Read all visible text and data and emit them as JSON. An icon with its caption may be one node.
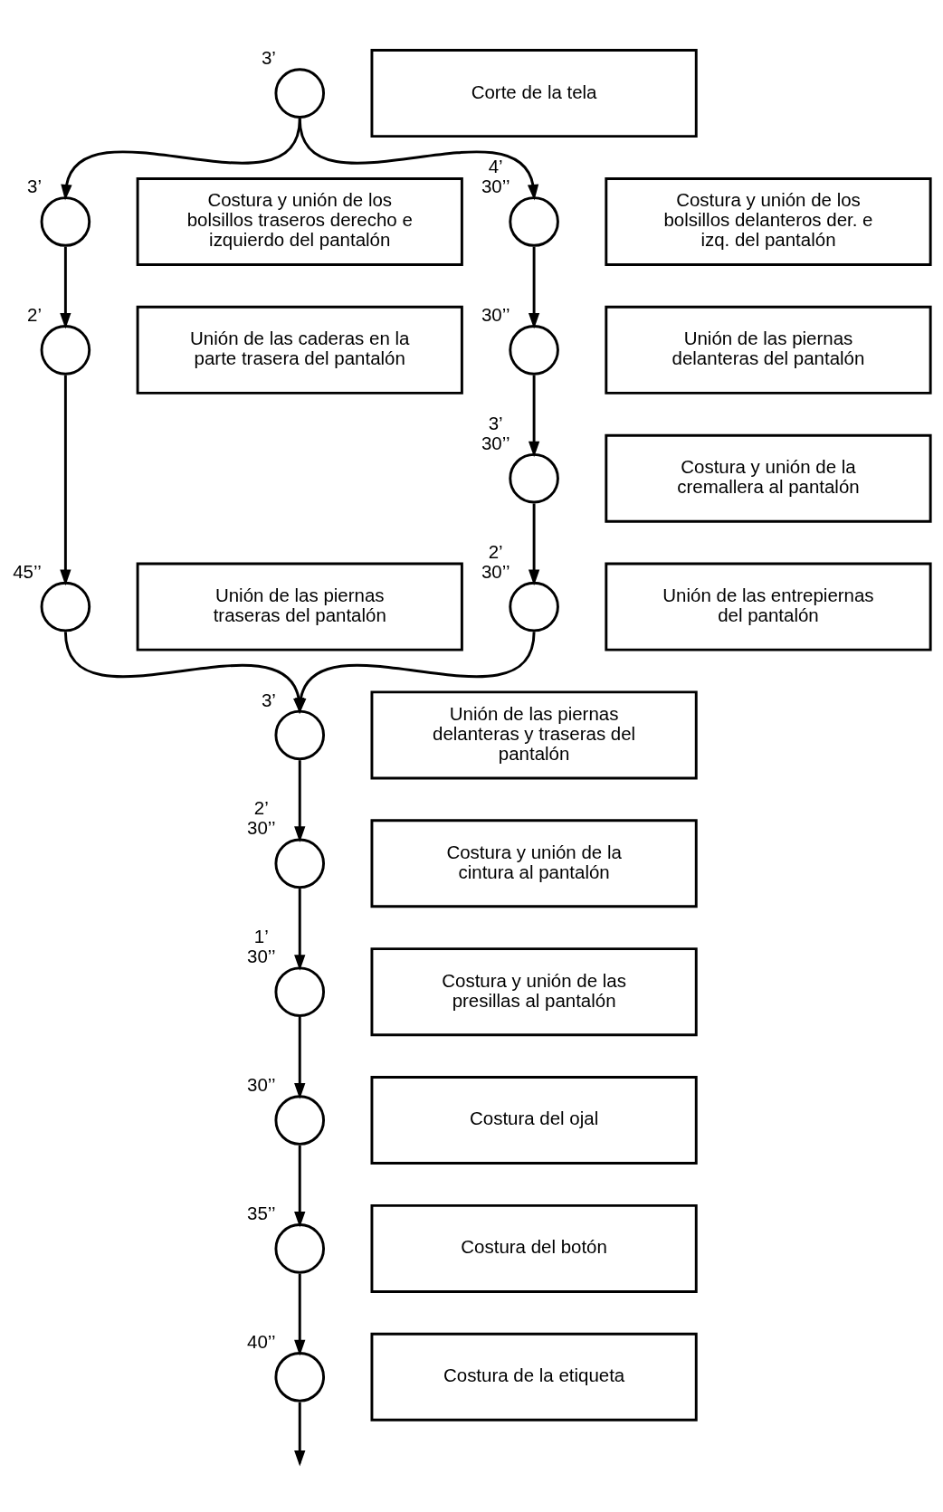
{
  "diagram": {
    "nodes": [
      {
        "text": [],
        "shape": "circle",
        "beside": [
          "3’"
        ]
      },
      {
        "text": [
          "Corte de la tela"
        ]
      },
      {
        "text": [],
        "shape": "circle",
        "beside": [
          "3’"
        ]
      },
      {
        "text": [
          "Costura y unión de los bolsillos traseros derecho e izquierdo del pantalón"
        ]
      },
      {
        "text": [],
        "shape": "circle",
        "beside": [
          "4’ 30’’"
        ]
      },
      {
        "text": [
          "Costura y unión de los bolsillos delanteros der. e izq. del pantalón"
        ]
      },
      {
        "text": [],
        "shape": "circle",
        "beside": [
          "2’"
        ]
      },
      {
        "text": [
          "Unión de las caderas en la parte trasera del pantalón"
        ]
      },
      {
        "text": [],
        "shape": "circle",
        "beside": [
          "30’’"
        ]
      },
      {
        "text": [
          "Unión de las piernas delanteras del pantalón"
        ]
      },
      {
        "text": [],
        "shape": "circle",
        "beside": [
          "45’’"
        ]
      },
      {
        "text": [
          "Unión de las piernas traseras del pantalón"
        ]
      },
      {
        "text": [],
        "shape": "circle",
        "beside": [
          "3’ 30’’"
        ]
      },
      {
        "text": [
          "Costura y unión de la cremallera al pantalón"
        ]
      },
      {
        "text": [],
        "shape": "circle",
        "beside": [
          "2’ 30’’"
        ]
      },
      {
        "text": [
          "Unión de las entrepiernas del pantalón"
        ]
      },
      {
        "text": [],
        "shape": "circle",
        "beside": [
          "3’"
        ]
      },
      {
        "text": [
          "Unión de las piernas delanteras y traseras del pantalón"
        ]
      },
      {
        "text": [],
        "shape": "circle",
        "beside": [
          "2’ 30’’"
        ]
      },
      {
        "text": [
          "Costura y unión de la cintura al pantalón"
        ]
      },
      {
        "text": [],
        "shape": "circle",
        "beside": [
          "1’ 30’’"
        ]
      },
      {
        "text": [
          "Costura y unión de las presillas al pantalón"
        ]
      },
      {
        "text": [],
        "shape": "circle",
        "beside": [
          "30’’"
        ]
      },
      {
        "text": [
          "Costura del ojal"
        ]
      },
      {
        "text": [],
        "shape": "circle",
        "beside": [
          "35’’"
        ]
      },
      {
        "text": [
          "Costura del botón"
        ]
      },
      {
        "text": [],
        "shape": "circle",
        "beside": [
          "40’’"
        ]
      },
      {
        "text": [
          "Costura de la etiqueta"
        ]
      }
    ],
    "edges": [
      {
        "from": 0,
        "to": 2,
        "arrow": "to"
      },
      {
        "from": 0,
        "to": 4,
        "arrow": "to"
      },
      {
        "from": 2,
        "to": 6,
        "arrow": "to"
      },
      {
        "from": 6,
        "to": 10,
        "arrow": "to"
      },
      {
        "from": 4,
        "to": 8,
        "arrow": "to"
      },
      {
        "from": 8,
        "to": 12,
        "arrow": "to"
      },
      {
        "from": 12,
        "to": 14,
        "arrow": "to"
      },
      {
        "from": 10,
        "to": 16,
        "arrow": "to"
      },
      {
        "from": 14,
        "to": 16,
        "arrow": "to"
      },
      {
        "from": 16,
        "to": 18,
        "arrow": "to"
      },
      {
        "from": 18,
        "to": 20,
        "arrow": "to"
      },
      {
        "from": 20,
        "to": 22,
        "arrow": "to"
      },
      {
        "from": 22,
        "to": 24,
        "arrow": "to"
      },
      {
        "from": 24,
        "to": 26,
        "arrow": "to"
      },
      {
        "from": 26,
        "to": null,
        "arrow": "to"
      }
    ]
  }
}
